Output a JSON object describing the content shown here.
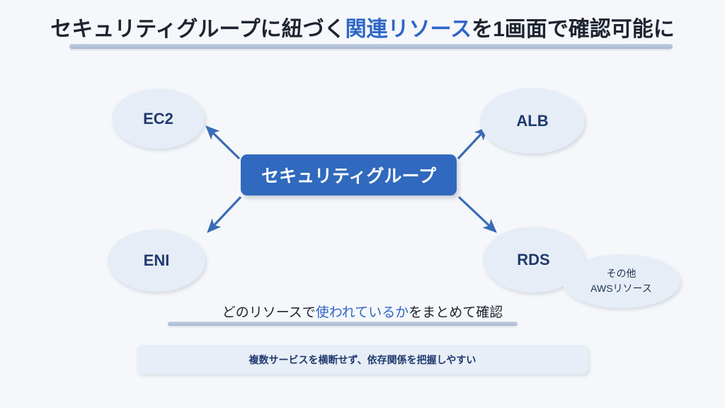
{
  "slide": {
    "background_color": "#f5f7fa",
    "accent_color": "#2f66c7",
    "node_fill_color": "#e7edf6",
    "center_fill_color": "#3069bd",
    "rule_color": "#b3c0d8"
  },
  "title": {
    "part1": "セキュリティグループに紐づく",
    "accent": "関連リソース",
    "part2": "を1画面で確認可能に"
  },
  "diagram": {
    "center": {
      "label": "セキュリティグループ"
    },
    "nodes": [
      {
        "id": "ec2",
        "label": "EC2"
      },
      {
        "id": "alb",
        "label": "ALB"
      },
      {
        "id": "eni",
        "label": "ENI"
      },
      {
        "id": "rds",
        "label": "RDS"
      },
      {
        "id": "other",
        "line1": "その他",
        "line2": "AWSリソース"
      }
    ],
    "arrows": [
      {
        "from": "center",
        "to": "ec2",
        "direction": "up-left"
      },
      {
        "from": "center",
        "to": "alb",
        "direction": "up-right"
      },
      {
        "from": "center",
        "to": "eni",
        "direction": "down-left"
      },
      {
        "from": "center",
        "to": "rds",
        "direction": "down-right"
      }
    ],
    "arrow_color": "#3a6cb5"
  },
  "caption": {
    "part1": "どのリソースで",
    "accent": "使われているか",
    "part2": "をまとめて確認"
  },
  "footnote": {
    "text": "複数サービスを横断せず、依存関係を把握しやすい"
  }
}
